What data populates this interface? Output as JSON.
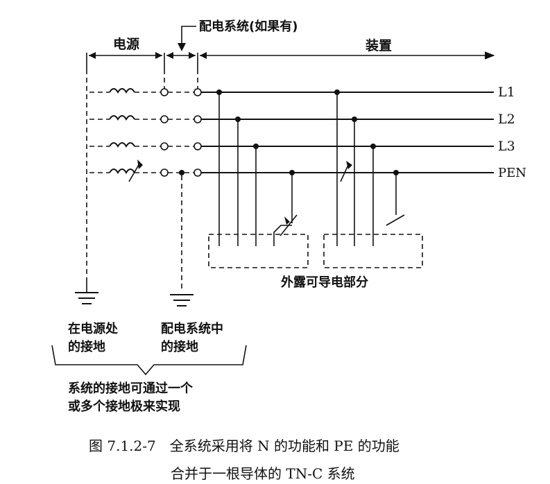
{
  "labels": {
    "distribution_system": "配电系统(如果有)",
    "power_source": "电源",
    "installation": "装置",
    "L1": "L1",
    "L2": "L2",
    "L3": "L3",
    "PEN": "PEN",
    "exposed_parts": "外露可导电部分",
    "source_earth_line1": "在电源处",
    "source_earth_line2": "的接地",
    "dist_earth_line1": "配电系统中",
    "dist_earth_line2": "的接地",
    "note_line1": "系统的接地可通过一个",
    "note_line2": "或多个接地极来实现"
  },
  "caption": {
    "line1": "图 7.1.2-7　全系统采用将 N 的功能和 PE 的功能",
    "line2": "合并于一根导体的 TN-C 系统"
  }
}
